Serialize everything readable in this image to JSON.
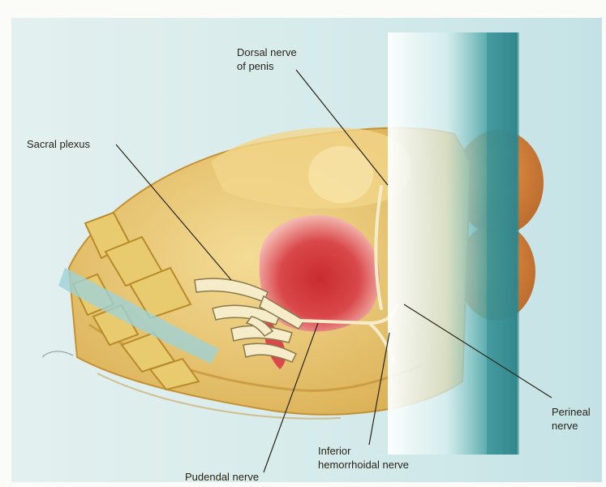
{
  "labels": {
    "dorsal_nerve_line1": "Dorsal nerve",
    "dorsal_nerve_line2": "of penis",
    "sacral_plexus": "Sacral plexus",
    "perineal_line1": "Perineal",
    "perineal_line2": "nerve",
    "inferior_line1": "Inferior",
    "inferior_line2": "hemorrhoidal nerve",
    "pudendal": "Pudendal nerve"
  },
  "colors": {
    "background": "#cfe6ea",
    "tissue": "#e8c777",
    "tissue_dark": "#c99a3a",
    "muscle": "#d23a3a",
    "bone": "#e4c86e",
    "bar": "#3f9a9a",
    "nerve": "#f3e9c8",
    "leader_line": "#2a2418"
  }
}
